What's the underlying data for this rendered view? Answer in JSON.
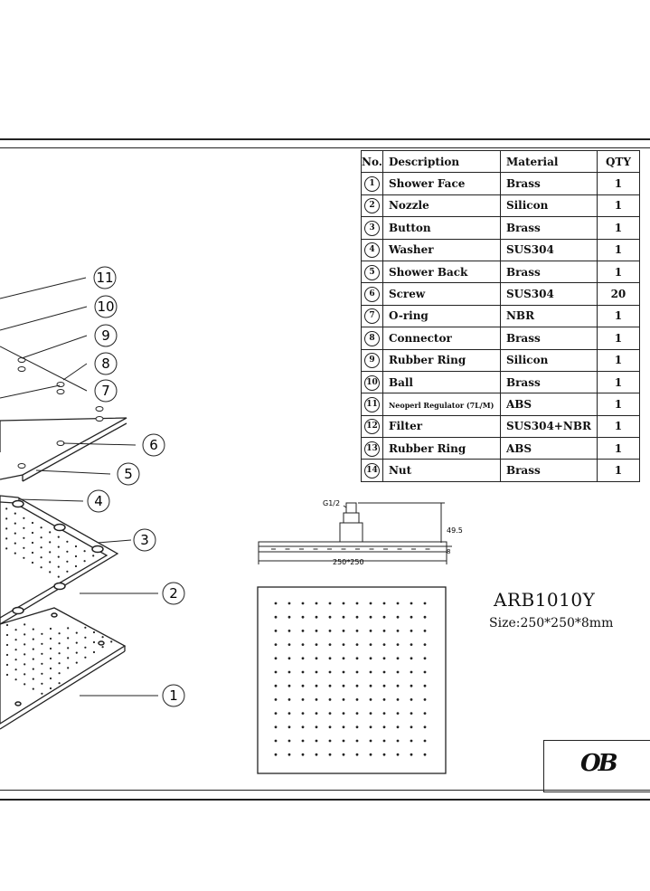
{
  "table": {
    "headers": [
      "No.",
      "Description",
      "Material",
      "QTY"
    ],
    "rows": [
      {
        "no": "1",
        "description": "Shower Face",
        "material": "Brass",
        "qty": "1"
      },
      {
        "no": "2",
        "description": "Nozzle",
        "material": "Silicon",
        "qty": "1"
      },
      {
        "no": "3",
        "description": "Button",
        "material": "Brass",
        "qty": "1"
      },
      {
        "no": "4",
        "description": "Washer",
        "material": "SUS304",
        "qty": "1"
      },
      {
        "no": "5",
        "description": "Shower Back",
        "material": "Brass",
        "qty": "1"
      },
      {
        "no": "6",
        "description": "Screw",
        "material": "SUS304",
        "qty": "20"
      },
      {
        "no": "7",
        "description": "O-ring",
        "material": "NBR",
        "qty": "1"
      },
      {
        "no": "8",
        "description": "Connector",
        "material": "Brass",
        "qty": "1"
      },
      {
        "no": "9",
        "description": "Rubber Ring",
        "material": "Silicon",
        "qty": "1"
      },
      {
        "no": "10",
        "description": "Ball",
        "material": "Brass",
        "qty": "1"
      },
      {
        "no": "11",
        "description": "Neoperl Regulator (7L/M)",
        "material": "ABS",
        "qty": "1"
      },
      {
        "no": "12",
        "description": "Filter",
        "material": "SUS304+NBR",
        "qty": "1"
      },
      {
        "no": "13",
        "description": "Rubber Ring",
        "material": "ABS",
        "qty": "1"
      },
      {
        "no": "14",
        "description": "Nut",
        "material": "Brass",
        "qty": "1"
      }
    ]
  },
  "callouts": [
    "11",
    "10",
    "9",
    "8",
    "7",
    "6",
    "5",
    "4",
    "3",
    "2",
    "1"
  ],
  "side_view": {
    "thread_label": "G1/2",
    "height_label": "49.5",
    "width_label": "250*250",
    "thickness_label": "8"
  },
  "model": {
    "code": "ARB1010Y",
    "size": "Size:250*250*8mm"
  },
  "logo": {
    "text": "OB",
    "icon": "ob-logo-icon"
  }
}
